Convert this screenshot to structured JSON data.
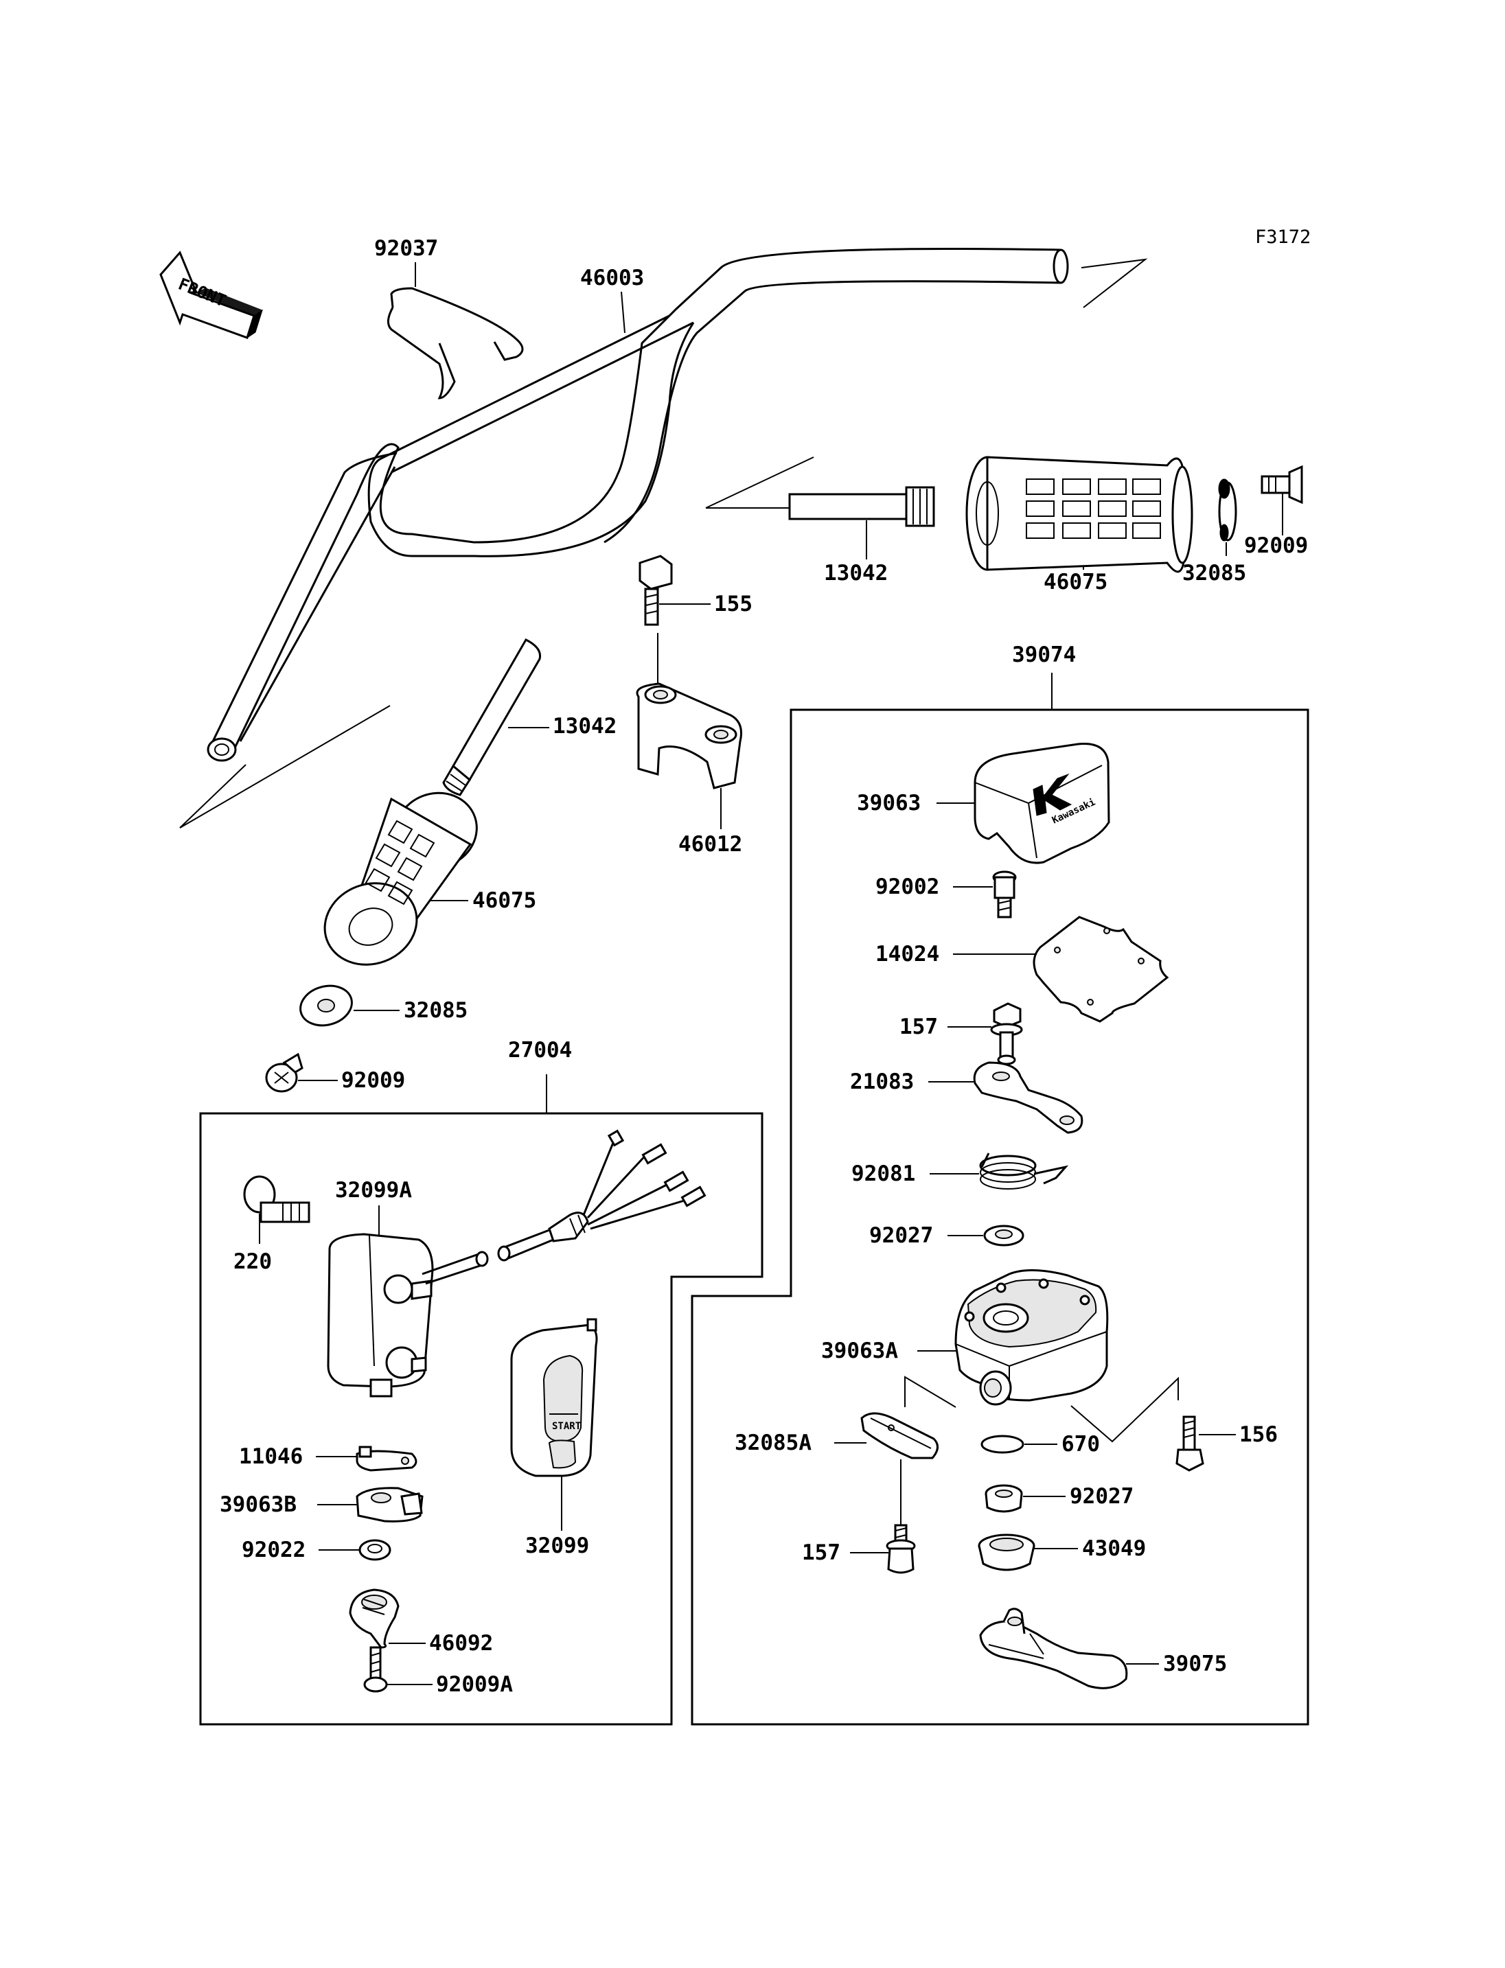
{
  "figure_code": "F3172",
  "front_arrow_label": "FRONT",
  "callouts": {
    "c92037": "92037",
    "c46003": "46003",
    "c13042_right": "13042",
    "c46075_right": "46075",
    "c32085_right": "32085",
    "c92009_right": "92009",
    "c155": "155",
    "c13042_left": "13042",
    "c46012": "46012",
    "c46075_left": "46075",
    "c32085_left": "32085",
    "c92009_left": "92009",
    "c27004": "27004",
    "c32099A": "32099A",
    "c220": "220",
    "c11046": "11046",
    "c39063B": "39063B",
    "c92022": "92022",
    "c46092": "46092",
    "c92009A": "92009A",
    "c32099": "32099",
    "c39074": "39074",
    "c39063": "39063",
    "c92002": "92002",
    "c14024": "14024",
    "c157_top": "157",
    "c21083": "21083",
    "c92081": "92081",
    "c92027_top": "92027",
    "c39063A": "39063A",
    "c156": "156",
    "c32085A": "32085A",
    "c670": "670",
    "c92027_bottom": "92027",
    "c157_bottom": "157",
    "c43049": "43049",
    "c39075": "39075"
  },
  "logo_text": {
    "kawasaki": "Kawasaki",
    "start_button": "START"
  }
}
